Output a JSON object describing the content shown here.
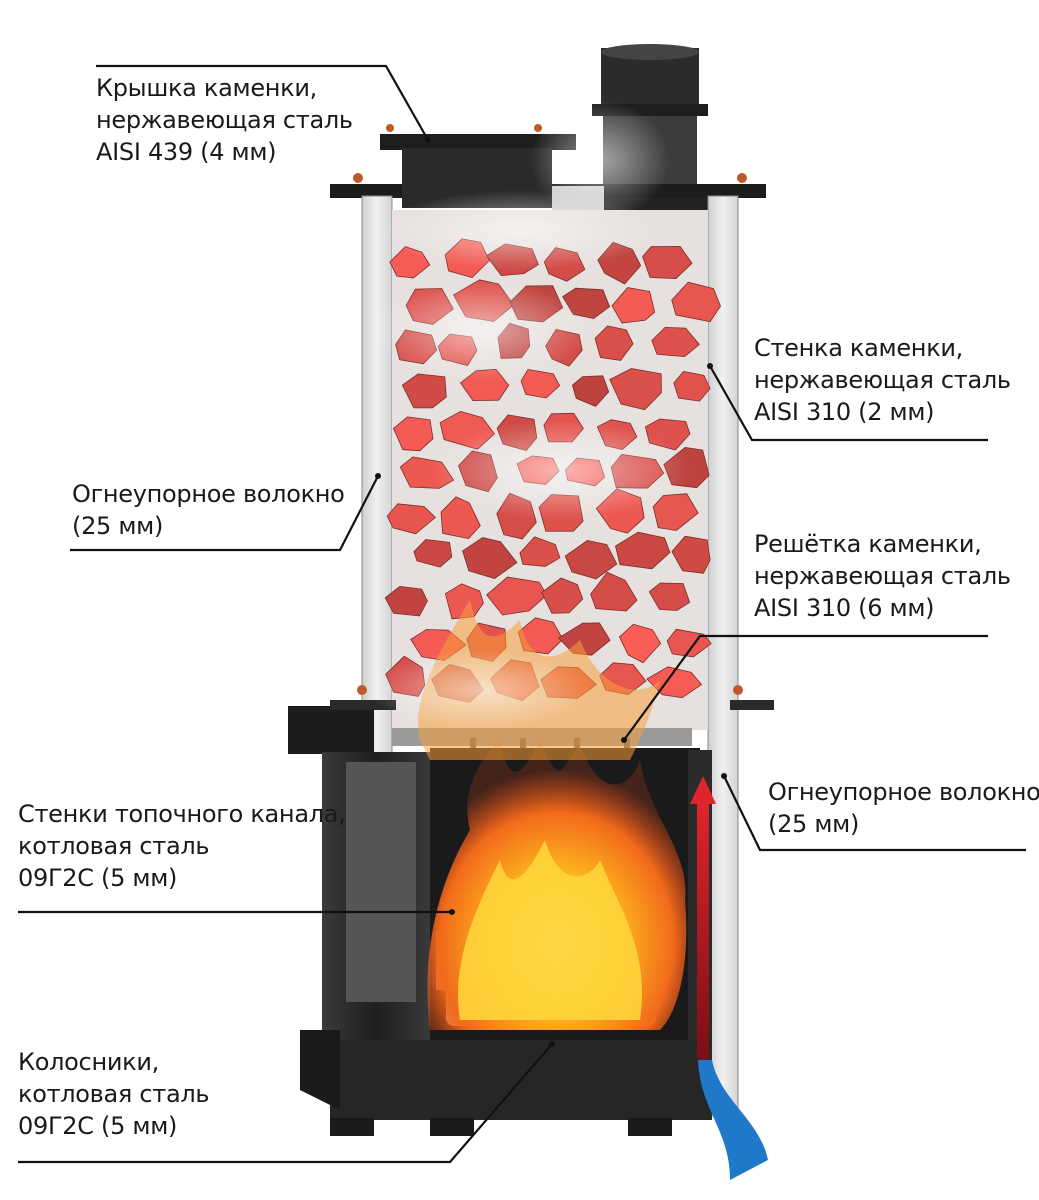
{
  "labels": {
    "lid": {
      "lines": [
        "Крышка каменки,",
        "нержавеющая сталь",
        "AISI 439 (4 мм)"
      ]
    },
    "fiber_upper": {
      "lines": [
        "Огнеупорное волокно",
        "(25 мм)"
      ]
    },
    "wall": {
      "lines": [
        "Стенка каменки,",
        "нержавеющая сталь",
        "AISI 310 (2 мм)"
      ]
    },
    "grate": {
      "lines": [
        "Решётка каменки,",
        "нержавеющая сталь",
        "AISI 310 (6 мм)"
      ]
    },
    "fiber_lower": {
      "lines": [
        "Огнеупорное волокно",
        " (25 мм)"
      ]
    },
    "firebox_walls": {
      "lines": [
        "Стенки топочного канала,",
        "котловая сталь",
        "09Г2С (5 мм)"
      ]
    },
    "grates": {
      "lines": [
        "Колосники,",
        "котловая сталь",
        "09Г2С (5 мм)"
      ]
    }
  },
  "colors": {
    "leader": "#111111",
    "steel_dark": "#2a2a2a",
    "steel_mid": "#4a4a4a",
    "fiber": "#dcdcdc",
    "stone": "#c9655c",
    "flame_outer": "#f26a1b",
    "flame_inner": "#ffd43b",
    "air_hot": "#d9232a",
    "air_cold": "#1f78c8"
  }
}
